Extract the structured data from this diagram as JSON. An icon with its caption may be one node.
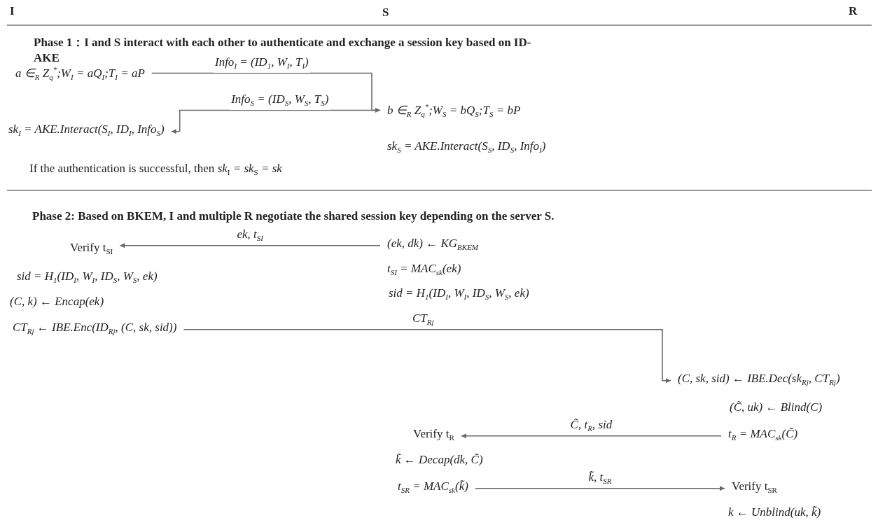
{
  "diagram": {
    "nodes": [
      {
        "text": [
          "a ∈$_{R}$ Z$_{q}$$^{*}$;W$_{I}$ = aQ$_{I}$;T$_{I}$ = aP"
        ]
      },
      {
        "text": [
          "b ∈$_{R}$ Z$_{q}$$^{*}$;W$_{S}$ = bQ$_{S}$;T$_{S}$ = bP"
        ]
      },
      {
        "text": [
          "sk$_{I}$ = AKE.Interact(S$_{I}$, ID$_{I}$, Info$_{S}$)"
        ]
      },
      {
        "text": [
          "Verify t$_{S}$$_{I}$"
        ]
      },
      {
        "text": [
          "(ek, dk) ← KG$_{BKEM}$"
        ]
      },
      {
        "text": [
          "CT$_{R}$$_{j}$ ← IBE.Enc(ID$_{R}$$_{j}$, (C, sk, sid))"
        ]
      },
      {
        "text": [
          "(C, sk, sid) ← IBE.Dec(sk$_{R}$$_{j}$, CT$_{R}$$_{j}$)"
        ]
      },
      {
        "text": [
          "Verify t$_{R}$"
        ]
      },
      {
        "text": [
          "t$_{R}$ = MAC$_{sk}$(C̃)"
        ]
      },
      {
        "text": [
          "t$_{S}$$_{R}$ = MAC$_{sk}$(k̃)"
        ]
      },
      {
        "text": [
          "Verify t$_{S}$$_{R}$"
        ]
      }
    ],
    "edges": [
      {
        "from": 0,
        "to": 1,
        "arrow": "to",
        "label": "Info$_{I}$ = (ID$_{1}$, W$_{I}$, T$_{I}$)"
      },
      {
        "from": 1,
        "to": 2,
        "arrow": "to",
        "label": "Info$_{S}$ = (ID$_{S}$, W$_{S}$, T$_{S}$)"
      },
      {
        "from": 4,
        "to": 3,
        "arrow": "to",
        "label": "ek, t$_{S}$$_{I}$"
      },
      {
        "from": 5,
        "to": 6,
        "arrow": "to",
        "label": "CT$_{R}$$_{j}$"
      },
      {
        "from": 8,
        "to": 7,
        "arrow": "to",
        "label": "C̃, t$_{R}$, sid"
      },
      {
        "from": 9,
        "to": 10,
        "arrow": "to",
        "label": "k̃, t$_{S}$$_{R}$"
      }
    ],
    "labels": [
      "I",
      "S",
      "R",
      "Phase 1：I and S interact with each other to authenticate and  exchange a session key based on ID-AKE",
      "sk$_{S}$ = AKE.Interact(S$_{S}$, ID$_{S}$, Info$_{I}$)",
      "If the authentication is successful, then *sk*$_{I}$ *= sk*$_{S}$ *= sk*",
      "Phase 2: Based on BKEM, I and multiple R negotiate the shared session key depending on the server S.",
      "sid = H$_{1}$(ID$_{I}$, W$_{I}$, ID$_{S}$, W$_{S}$, ek)",
      "(C, k) ← Encap(ek)",
      "t$_{S}$$_{I}$ = MAC$_{sk}$(ek)",
      "sid = H$_{1}$(ID$_{I}$, W$_{I}$, ID$_{S}$, W$_{S}$, ek)",
      "(C̃, uk) ← Blind(C)",
      "k̃ ← Decap(dk, C̃)",
      "k ← Unblind(uk, k̃)"
    ]
  }
}
